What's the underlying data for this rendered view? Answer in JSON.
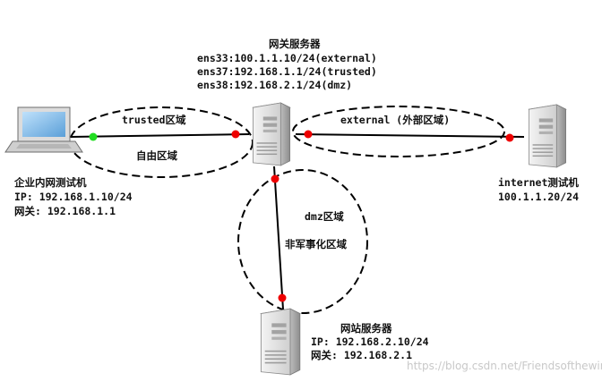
{
  "gateway": {
    "title": "网关服务器",
    "lines": [
      "ens33:100.1.1.10/24(external)",
      "ens37:192.168.1.1/24(trusted)",
      "ens38:192.168.2.1/24(dmz)"
    ]
  },
  "zones": {
    "trusted_label": "trusted区域",
    "free_label": "自由区域",
    "external_label": "external (外部区域)",
    "dmz_label": "dmz区域",
    "dmz_sub_label": "非军事化区域"
  },
  "intranet_host": {
    "name": "企业内网测试机",
    "ip": "IP: 192.168.1.10/24",
    "gateway": "网关: 192.168.1.1"
  },
  "internet_host": {
    "name": "internet测试机",
    "ip": "100.1.1.20/24"
  },
  "web_server": {
    "name": "网站服务器",
    "ip": "IP: 192.168.2.10/24",
    "gateway": "网关: 192.168.2.1"
  },
  "watermark": "https://blog.csdn.net/Friendsofthewind",
  "colors": {
    "port_red": "#ee0000",
    "port_green": "#22dd22",
    "line": "#000000"
  }
}
